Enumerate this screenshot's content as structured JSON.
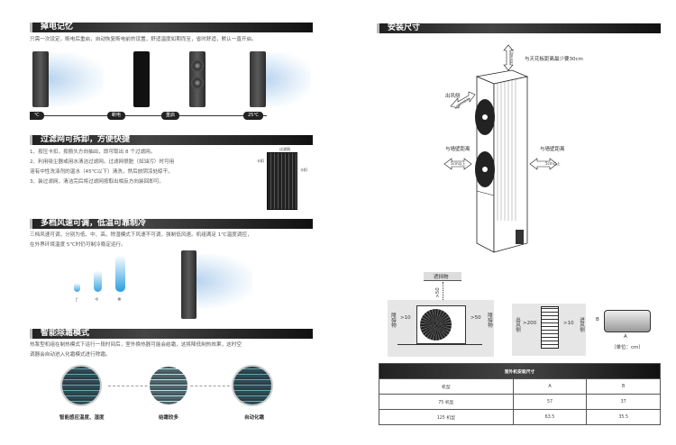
{
  "left": {
    "sec1": {
      "title": "掉电记忆",
      "text": "只需一次设定，断电后重启，自动恢复断电前的设置，舒适温度如期而至，省时舒适，默认一直开启。",
      "timeline": [
        "℃",
        "断电",
        "重启",
        "25℃"
      ]
    },
    "sec2": {
      "title": "过滤网可拆卸，方便快捷",
      "lines": [
        "1、按压卡扣，按箭头方向抽出，即可取出 8 个过滤网。",
        "2、利用吸尘器或用水清洁过滤网。过滤网很脏（如油污）时可用",
        "溶有中性洗涤剂的温水（45℃以下）清洗，然后放阴凉处晾干。",
        "3、装过滤网，清洁完后将过滤网按取出相反方向装回即可。"
      ],
      "diagram_title": "过滤网",
      "clip_label": "卡扣"
    },
    "sec3": {
      "title": "多档风速可调，低温可靠制冷",
      "lines": [
        "三档风速可调，分别为低、中、高，除湿模式下风速不可调，强制低风速。机组满足 1℃温度调控，",
        "在外界环境温度 5℃时仍可制冷稳定运行。"
      ]
    },
    "sec4": {
      "title": "智能除霜模式",
      "lines": [
        "热泵型机组在制热模式下运行一段时间后，室外换热器可能会结霜，这将降低制热效果，这时空",
        "调器会自动进入化霜模式进行除霜。"
      ],
      "captions": [
        "智能感应温度、湿度",
        "结霜较多",
        "自动化霜"
      ]
    }
  },
  "right": {
    "title": "安装尺寸",
    "labels": {
      "top": "与天花板距离最少要30cm",
      "top_arrow": "30cm以上",
      "outlet": "出风侧",
      "outlet_arrow": "100cm以上",
      "wall_l": "与墙壁距离",
      "wall_r": "与墙壁距离",
      "gap": "5cm以上"
    },
    "diagrams": {
      "obstacle_top": "遮挡物",
      "gt50": ">50",
      "gt10": ">10",
      "obstacle": "障碍物",
      "outlet_side": "出风侧",
      "gt200": ">200",
      "inlet_side": "进风侧",
      "a": "A",
      "b": "B",
      "unit": "（单位：cm）"
    },
    "table": {
      "title": "室外机安装尺寸",
      "headers": [
        "机型",
        "A",
        "B"
      ],
      "rows": [
        [
          "75 机型",
          "57",
          "37"
        ],
        [
          "125 机型",
          "63.5",
          "35.5"
        ]
      ]
    }
  }
}
